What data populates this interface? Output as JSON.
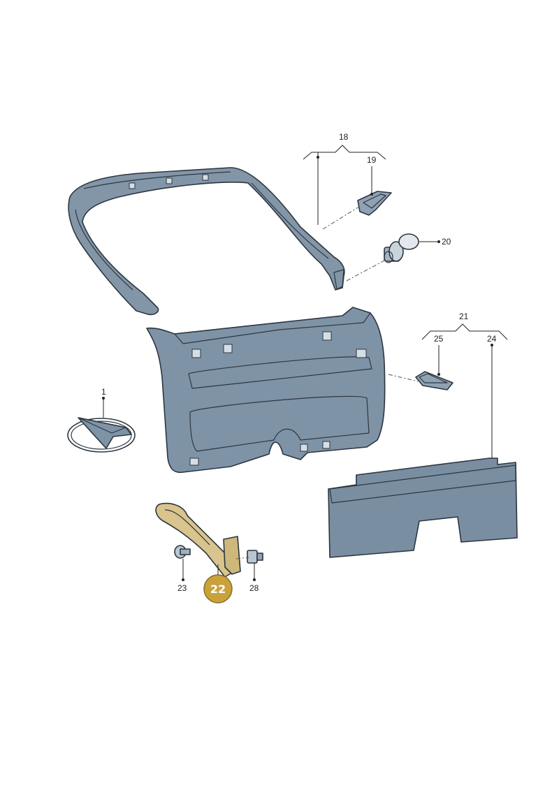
{
  "callouts": {
    "c1": "1",
    "c18": "18",
    "c19": "19",
    "c20": "20",
    "c21": "21",
    "c22": "22",
    "c23": "23",
    "c24": "24",
    "c25": "25",
    "c28": "28"
  },
  "colors": {
    "part_fill": "#7f93a6",
    "part_light": "#c9d3dc",
    "part_dark": "#5b6c7d",
    "highlight_part": "#d8c48c",
    "highlight_badge": "#c9a23c",
    "outline": "#2c3640"
  }
}
